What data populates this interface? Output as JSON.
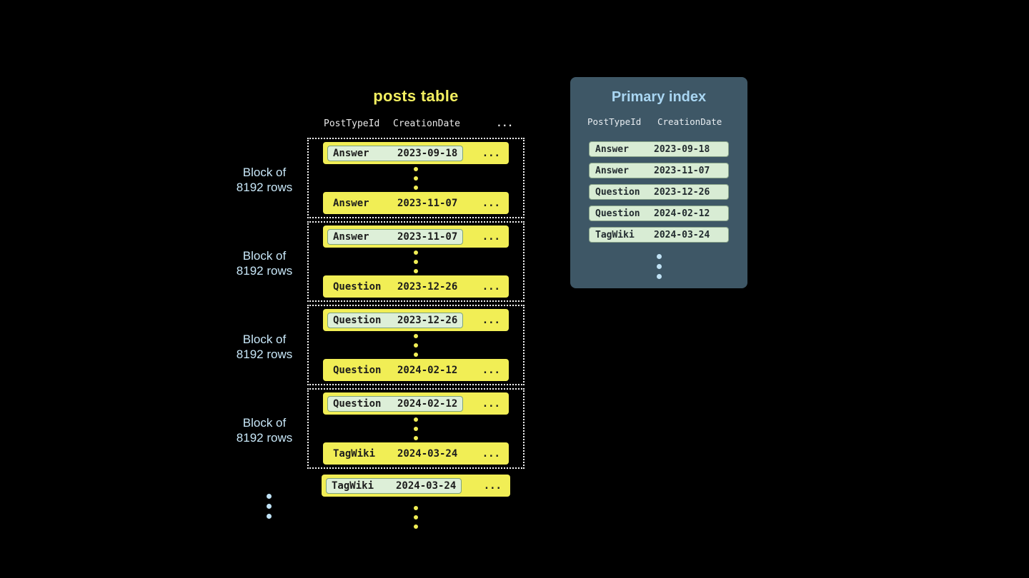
{
  "posts_table": {
    "title": "posts table",
    "headers": {
      "col1": "PostTypeId",
      "col2": "CreationDate",
      "more": "..."
    },
    "blocks": [
      {
        "label_line1": "Block of",
        "label_line2": "8192 rows",
        "first_row": {
          "type": "Answer",
          "date": "2023-09-18",
          "more": "..."
        },
        "last_row": {
          "type": "Answer",
          "date": "2023-11-07",
          "more": "..."
        }
      },
      {
        "label_line1": "Block of",
        "label_line2": "8192 rows",
        "first_row": {
          "type": "Answer",
          "date": "2023-11-07",
          "more": "..."
        },
        "last_row": {
          "type": "Question",
          "date": "2023-12-26",
          "more": "..."
        }
      },
      {
        "label_line1": "Block of",
        "label_line2": "8192 rows",
        "first_row": {
          "type": "Question",
          "date": "2023-12-26",
          "more": "..."
        },
        "last_row": {
          "type": "Question",
          "date": "2024-02-12",
          "more": "..."
        }
      },
      {
        "label_line1": "Block of",
        "label_line2": "8192 rows",
        "first_row": {
          "type": "Question",
          "date": "2024-02-12",
          "more": "..."
        },
        "last_row": {
          "type": "TagWiki",
          "date": "2024-03-24",
          "more": "..."
        }
      }
    ],
    "overflow_row": {
      "type": "TagWiki",
      "date": "2024-03-24",
      "more": "..."
    }
  },
  "primary_index": {
    "title": "Primary index",
    "headers": {
      "col1": "PostTypeId",
      "col2": "CreationDate"
    },
    "rows": [
      {
        "type": "Answer",
        "date": "2023-09-18"
      },
      {
        "type": "Answer",
        "date": "2023-11-07"
      },
      {
        "type": "Question",
        "date": "2023-12-26"
      },
      {
        "type": "Question",
        "date": "2024-02-12"
      },
      {
        "type": "TagWiki",
        "date": "2024-03-24"
      }
    ]
  },
  "colors": {
    "background": "#000000",
    "row_yellow": "#f1ee55",
    "highlight_green": "#ddefd8",
    "accent_blue": "#bfe2f5",
    "index_panel": "#3e5766"
  }
}
